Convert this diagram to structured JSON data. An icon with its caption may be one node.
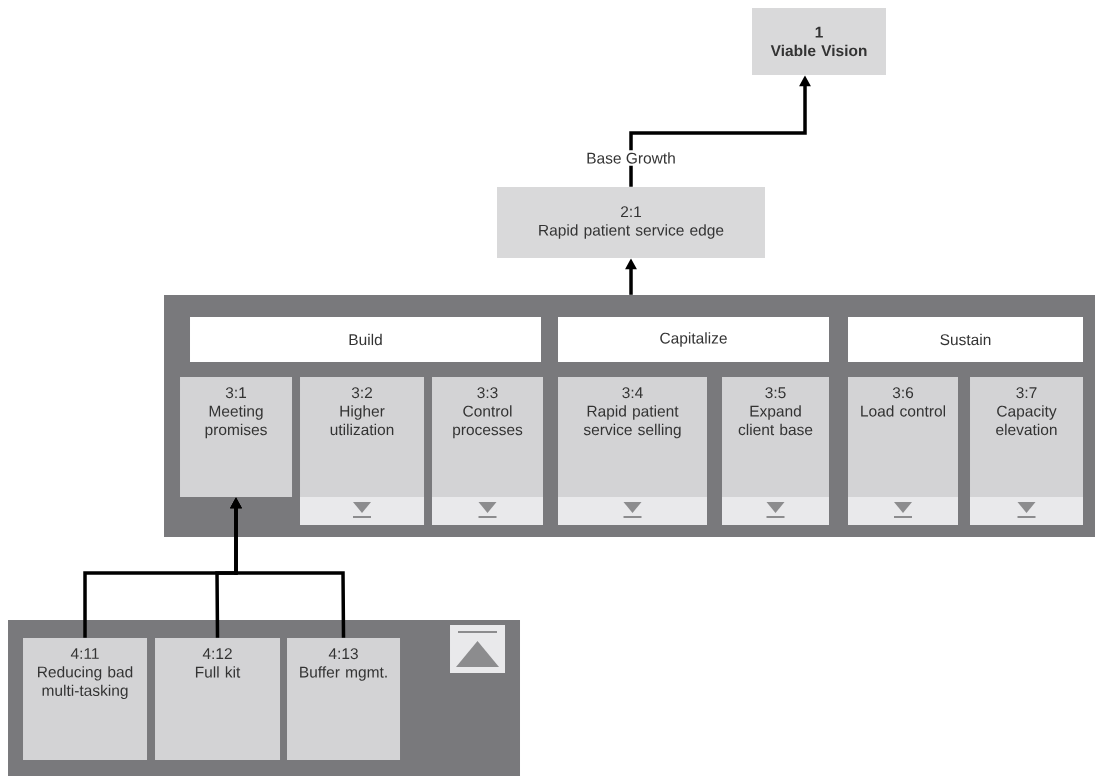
{
  "diagram": {
    "nodes": [
      {
        "text": [
          "1",
          "Viable Vision"
        ]
      },
      {
        "text": [
          "2:1",
          "Rapid patient service edge"
        ]
      },
      {
        "text": [],
        "shape": "box"
      },
      {
        "text": [
          "Build"
        ],
        "in": 2
      },
      {
        "text": [
          "Capitalize"
        ],
        "in": 2
      },
      {
        "text": [
          "Sustain"
        ],
        "in": 2
      },
      {
        "text": [
          "3:1",
          "Meeting promises"
        ],
        "in": 2
      },
      {
        "text": [
          "3:2",
          "Higher utilization"
        ],
        "in": 2
      },
      {
        "text": [
          "3:3",
          "Control processes"
        ],
        "in": 2
      },
      {
        "text": [
          "3:4",
          "Rapid patient service selling"
        ],
        "in": 2
      },
      {
        "text": [
          "3:5",
          "Expand client base"
        ],
        "in": 2
      },
      {
        "text": [
          "3:6",
          "Load control"
        ],
        "in": 2
      },
      {
        "text": [
          "3:7",
          "Capacity elevation"
        ],
        "in": 2
      },
      {
        "text": [],
        "shape": "box"
      },
      {
        "text": [
          "4:11",
          "Reducing bad multi-tasking"
        ],
        "in": 13
      },
      {
        "text": [
          "4:12",
          "Full kit"
        ],
        "in": 13
      },
      {
        "text": [
          "4:13",
          "Buffer mgmt."
        ],
        "in": 13
      }
    ],
    "edges": [
      {
        "from": 1,
        "to": 0,
        "arrow": "to",
        "label": "Base Growth"
      },
      {
        "from": 2,
        "to": 1,
        "arrow": "to"
      },
      {
        "from": 14,
        "to": 6,
        "arrow": "to"
      },
      {
        "from": 15,
        "to": 6,
        "arrow": "to"
      },
      {
        "from": 16,
        "to": 6,
        "arrow": "to"
      }
    ]
  }
}
